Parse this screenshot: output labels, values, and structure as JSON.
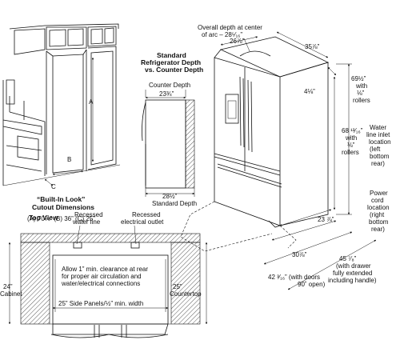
{
  "kitchen": {
    "label_a": "A",
    "label_b": "B",
    "label_c": "C",
    "cutout_title_1": "“Built-In Look”",
    "cutout_title_2": "Cutout Dimensions",
    "cutout_values": "(A) 70¼”  (B) 36”  (C) 25”"
  },
  "side_view": {
    "title_1": "Standard",
    "title_2": "Refrigerator Depth",
    "title_3": "vs. Counter Depth",
    "counter_depth_label": "Counter Depth",
    "counter_depth_value": "23¾”",
    "standard_depth_value": "28½”",
    "standard_depth_label": "Standard Depth"
  },
  "fridge": {
    "overall_depth_note_1": "Overall depth at center",
    "overall_depth_note_2": "of arc – 28⁵⁄₁₆”",
    "width_26": "26⅞”",
    "width_35": "35⅞”",
    "depth_4": "4⅛”",
    "height_69_1": "69½”",
    "height_69_2": "with",
    "height_69_3": "⅛”",
    "height_69_4": "rollers",
    "height_68_1": "68 ¹³⁄₁₆”",
    "height_68_2": "with",
    "height_68_3": "⅛”",
    "height_68_4": "rollers",
    "water_line_1": "Water",
    "water_line_2": "line inlet",
    "water_line_3": "location",
    "water_line_4": "(left",
    "water_line_5": "bottom",
    "water_line_6": "rear)",
    "power_cord_1": "Power",
    "power_cord_2": "cord",
    "power_cord_3": "location",
    "power_cord_4": "(right",
    "power_cord_5": "bottom",
    "power_cord_6": "rear)",
    "depth_23": "23 ⅞”",
    "depth_30": "30⅞”",
    "depth_42_1": "42 ³⁄₁₆” (with doors",
    "depth_42_2": "90˚ open)",
    "depth_45_1": "45 ⁷⁄₈”",
    "depth_45_2": "(with drawer",
    "depth_45_3": "fully extended",
    "depth_45_4": "including handle)"
  },
  "top_view": {
    "title": "Top View",
    "recessed_water": "Recessed",
    "recessed_water_2": "water line",
    "recessed_outlet": "Recessed",
    "recessed_outlet_2": "electrical outlet",
    "clearance_1": "Allow 1” min. clearance at rear",
    "clearance_2": "for proper air circulation and",
    "clearance_3": "water/electrical connections",
    "cabinet_1": "24”",
    "cabinet_2": "Cabinet",
    "countertop_1": "25”",
    "countertop_2": "Countertop",
    "side_panels": "25” Side Panels/½” min. width"
  }
}
